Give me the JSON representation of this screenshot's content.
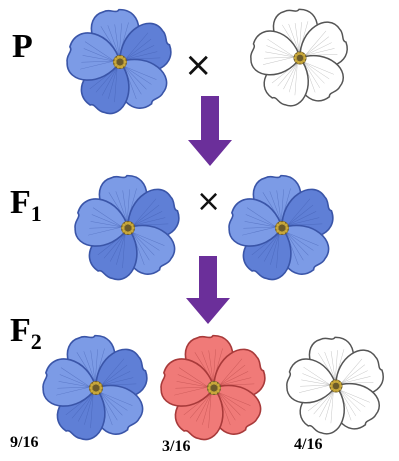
{
  "generations": {
    "parental": "P",
    "f1_base": "F",
    "f1_sub": "1",
    "f2_base": "F",
    "f2_sub": "2"
  },
  "cross_symbol": "×",
  "ratios": {
    "blue": "9/16",
    "red": "3/16",
    "white": "4/16"
  },
  "colors": {
    "blue_petal": "#7c9be6",
    "blue_petal_dark": "#5f7fd6",
    "blue_outline": "#3a55a8",
    "red_petal": "#f07a78",
    "red_outline": "#a83a3a",
    "white_petal": "#ffffff",
    "white_outline": "#555555",
    "center": "#6b5a2a",
    "arrow": "#6b2f9a"
  }
}
